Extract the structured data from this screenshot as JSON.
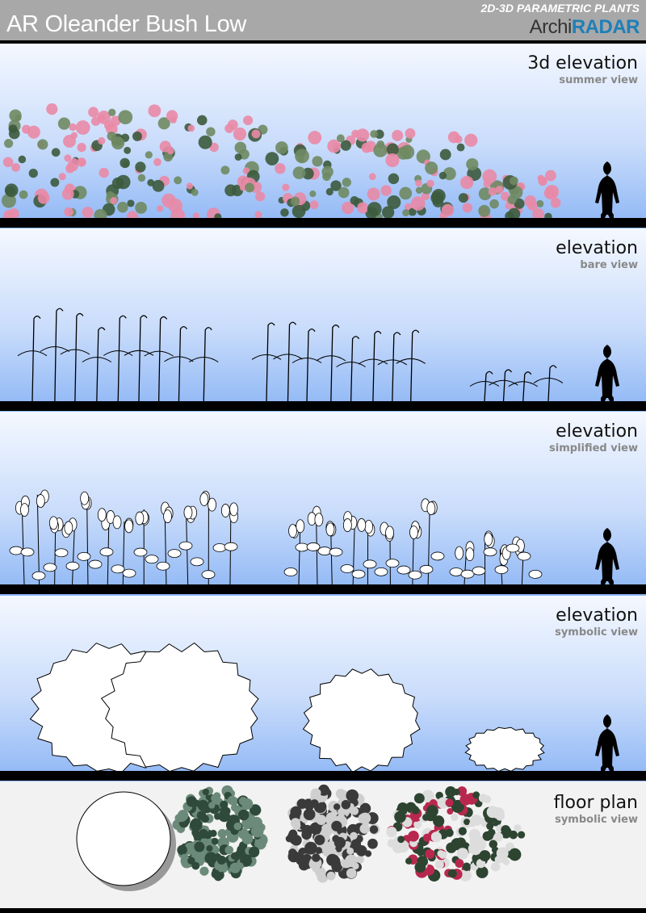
{
  "header": {
    "title": "AR Oleander Bush Low",
    "tagline": "2D-3D PARAMETRIC PLANTS",
    "brand_a": "Archi",
    "brand_b": "RADAR"
  },
  "panels": [
    {
      "heading": "3d elevation",
      "sub": "summer view"
    },
    {
      "heading": "elevation",
      "sub": "bare view"
    },
    {
      "heading": "elevation",
      "sub": "simplified view"
    },
    {
      "heading": "elevation",
      "sub": "symbolic view"
    },
    {
      "heading": "floor plan",
      "sub": "symbolic view"
    }
  ],
  "colors": {
    "brand": "#1e7fb8",
    "flower": "#e98aa6",
    "leaf": "#3c5a3c"
  }
}
